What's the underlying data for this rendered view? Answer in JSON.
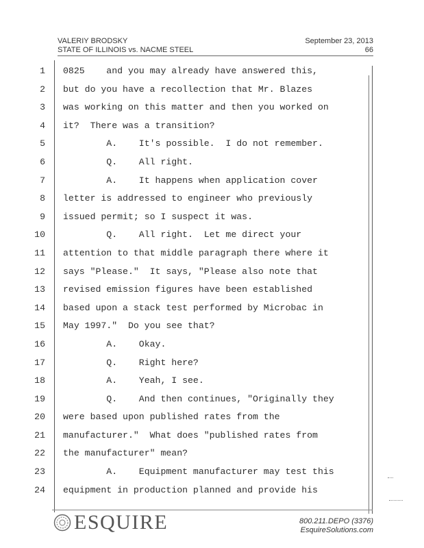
{
  "header": {
    "witness": "VALERIY BRODSKY",
    "case": "STATE OF ILLINOIS vs. NACME STEEL",
    "date": "September 23, 2013",
    "page_number": "66"
  },
  "lines": [
    {
      "num": "1",
      "text": "0825    and you may already have answered this,"
    },
    {
      "num": "2",
      "text": "but do you have a recollection that Mr. Blazes"
    },
    {
      "num": "3",
      "text": "was working on this matter and then you worked on"
    },
    {
      "num": "4",
      "text": "it?  There was a transition?"
    },
    {
      "num": "5",
      "text": "        A.    It's possible.  I do not remember."
    },
    {
      "num": "6",
      "text": "        Q.    All right."
    },
    {
      "num": "7",
      "text": "        A.    It happens when application cover"
    },
    {
      "num": "8",
      "text": "letter is addressed to engineer who previously"
    },
    {
      "num": "9",
      "text": "issued permit; so I suspect it was."
    },
    {
      "num": "10",
      "text": "        Q.    All right.  Let me direct your"
    },
    {
      "num": "11",
      "text": "attention to that middle paragraph there where it"
    },
    {
      "num": "12",
      "text": "says \"Please.\"  It says, \"Please also note that"
    },
    {
      "num": "13",
      "text": "revised emission figures have been established"
    },
    {
      "num": "14",
      "text": "based upon a stack test performed by Microbac in"
    },
    {
      "num": "15",
      "text": "May 1997.\"  Do you see that?"
    },
    {
      "num": "16",
      "text": "        A.    Okay."
    },
    {
      "num": "17",
      "text": "        Q.    Right here?"
    },
    {
      "num": "18",
      "text": "        A.    Yeah, I see."
    },
    {
      "num": "19",
      "text": "        Q.    And then continues, \"Originally they"
    },
    {
      "num": "20",
      "text": "were based upon published rates from the"
    },
    {
      "num": "21",
      "text": "manufacturer.\"  What does \"published rates from"
    },
    {
      "num": "22",
      "text": "the manufacturer\" mean?"
    },
    {
      "num": "23",
      "text": "        A.    Equipment manufacturer may test this"
    },
    {
      "num": "24",
      "text": "equipment in production planned and provide his"
    }
  ],
  "footer": {
    "logo_text": "ESQUIRE",
    "phone": "800.211.DEPO (3376)",
    "website": "EsquireSolutions.com"
  },
  "colors": {
    "ink": "#2e2e2e",
    "rule": "#555555",
    "logo": "#555555"
  }
}
